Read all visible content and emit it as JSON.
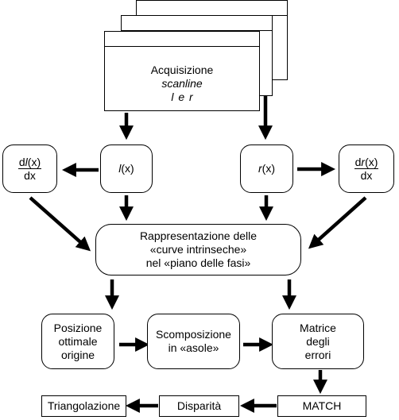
{
  "acquisition": {
    "title": "Acquisizione",
    "subtitle": "scanline",
    "channels": "l e r"
  },
  "left_signal": {
    "var": "l",
    "arg": "(x)"
  },
  "right_signal": {
    "var": "r",
    "arg": "(x)"
  },
  "left_derivative": {
    "d": "d",
    "var": "l",
    "arg": "(x)",
    "den": "dx"
  },
  "right_derivative": {
    "d": "d",
    "var": "r",
    "arg": "(x)",
    "den": "dx"
  },
  "representation": {
    "line1": "Rappresentazione delle",
    "line2": "«curve intrinseche»",
    "line3": "nel «piano delle fasi»"
  },
  "origin": {
    "line1": "Posizione",
    "line2": "ottimale",
    "line3": "origine"
  },
  "decomposition": {
    "line1": "Scomposizione",
    "line2": "in «asole»"
  },
  "error_matrix": {
    "line1": "Matrice",
    "line2": "degli",
    "line3": "errori"
  },
  "match": {
    "label": "MATCH"
  },
  "disparity": {
    "label": "Disparità"
  },
  "triangulation": {
    "label": "Triangolazione"
  }
}
